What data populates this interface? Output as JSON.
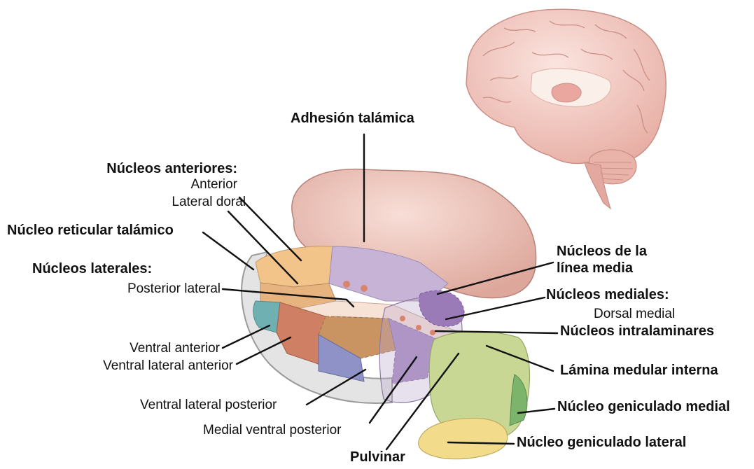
{
  "labels": {
    "adhesion": "Adhesión talámica",
    "anteriores_title": "Núcleos anteriores:",
    "anterior": "Anterior",
    "lateral_doral": "Lateral doral",
    "reticular": "Núcleo reticular talámico",
    "laterales_title": "Núcleos laterales:",
    "posterior_lateral": "Posterior lateral",
    "ventral_anterior": "Ventral anterior",
    "ventral_lateral_anterior": "Ventral lateral anterior",
    "ventral_lateral_posterior": "Ventral lateral posterior",
    "medial_ventral_posterior": "Medial ventral posterior",
    "pulvinar": "Pulvinar",
    "linea_media_1": "Núcleos de la",
    "linea_media_2": "línea media",
    "mediales_title": "Núcleos mediales:",
    "dorsal_medial": "Dorsal medial",
    "intralaminares": "Núcleos intralaminares",
    "lamina": "Lámina medular interna",
    "geniculado_medial": "Núcleo geniculado medial",
    "geniculado_lateral": "Núcleo geniculado lateral"
  },
  "colors": {
    "adhesion": "#eebfb4",
    "anterior": "#f3c489",
    "lateral_dorsal": "#e7b37e",
    "ventral_anterior": "#6fb1b3",
    "ventral_lateral": "#cf7f63",
    "posterior_lateral": "#c99362",
    "vpl": "#8e92c6",
    "medial_dorsal": "#a88bc1",
    "midline": "#c7b3d6",
    "pulvinar": "#c8d894",
    "medial_geniculate": "#7db46b",
    "lateral_geniculate": "#f2dc8c",
    "brain": "#f2c9c2"
  }
}
